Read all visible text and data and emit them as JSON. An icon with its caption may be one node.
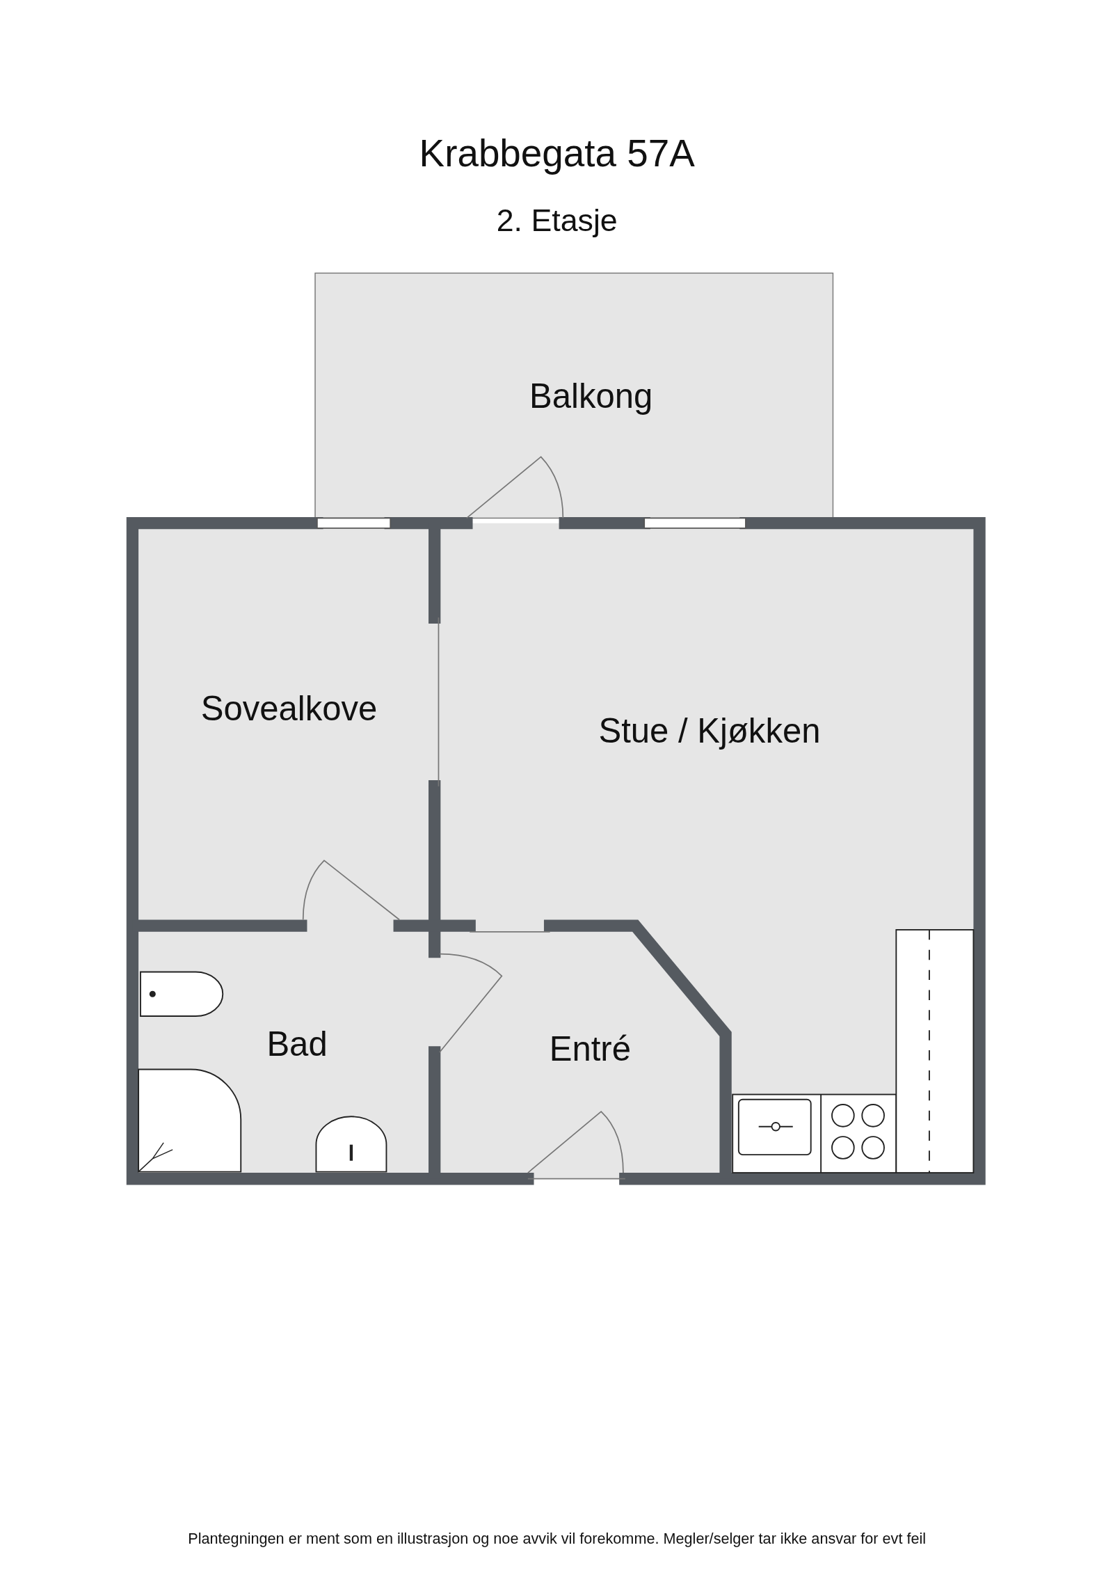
{
  "diagram": {
    "title": "Krabbegata 57A",
    "nodes": [
      {
        "text": [
          "Balkong"
        ]
      },
      {
        "text": [
          "Sovealkove"
        ]
      },
      {
        "text": [
          "Stue / Kjøkken"
        ]
      },
      {
        "text": [
          "Bad"
        ]
      },
      {
        "text": [
          "Entré"
        ]
      }
    ],
    "labels": [
      "2. Etasje",
      "Plantegningen er ment som en illustrasjon og noe avvik vil forekomme. Megler/selger tar ikke ansvar for evt feil"
    ]
  }
}
